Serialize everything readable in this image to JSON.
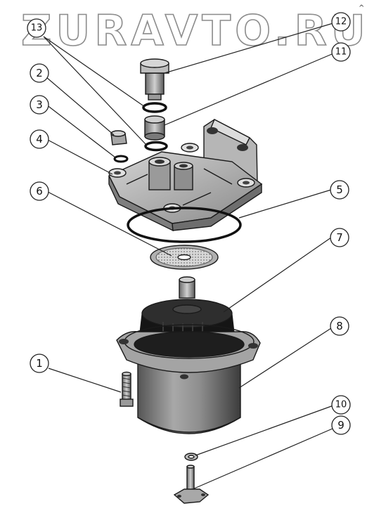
{
  "watermark": {
    "text": "ZURAVTO.RU"
  },
  "corner_mark": "^",
  "callouts": [
    {
      "label": "1"
    },
    {
      "label": "2"
    },
    {
      "label": "3"
    },
    {
      "label": "4"
    },
    {
      "label": "5"
    },
    {
      "label": "6"
    },
    {
      "label": "7"
    },
    {
      "label": "8"
    },
    {
      "label": "9"
    },
    {
      "label": "10"
    },
    {
      "label": "11"
    },
    {
      "label": "12"
    },
    {
      "label": "13"
    }
  ],
  "colors": {
    "metal_light": "#c9c9c9",
    "metal_mid": "#9c9c9c",
    "metal_dark": "#4a4a4a",
    "rubber": "#111111"
  }
}
